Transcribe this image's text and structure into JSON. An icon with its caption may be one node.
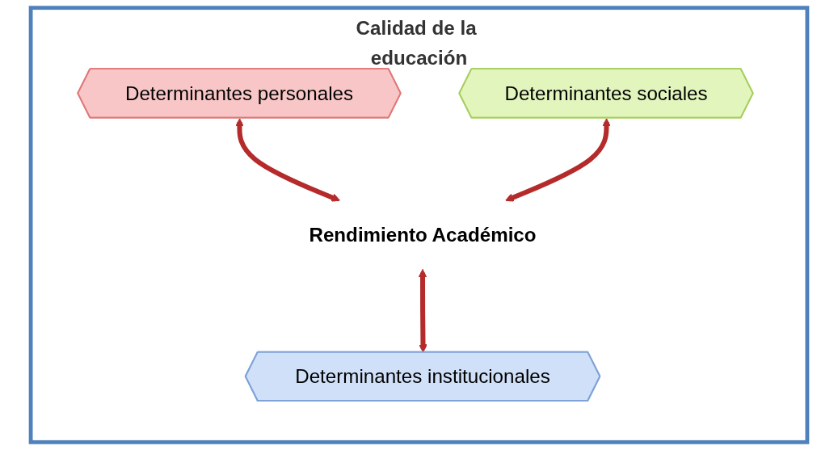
{
  "diagram": {
    "nodes": [
      {
        "text": [
          "Calidad de la educación"
        ]
      },
      {
        "text": [
          "Determinantes personales"
        ],
        "in": 0
      },
      {
        "text": [
          "Determinantes sociales"
        ],
        "in": 0
      },
      {
        "text": [
          "Rendimiento Académico"
        ],
        "in": 0
      },
      {
        "text": [
          "Determinantes institucionales"
        ],
        "in": 0
      }
    ],
    "edges": [
      {
        "from": 1,
        "to": 3,
        "arrow": "both"
      },
      {
        "from": 2,
        "to": 3,
        "arrow": "both"
      },
      {
        "from": 3,
        "to": 4,
        "arrow": "both"
      }
    ]
  }
}
